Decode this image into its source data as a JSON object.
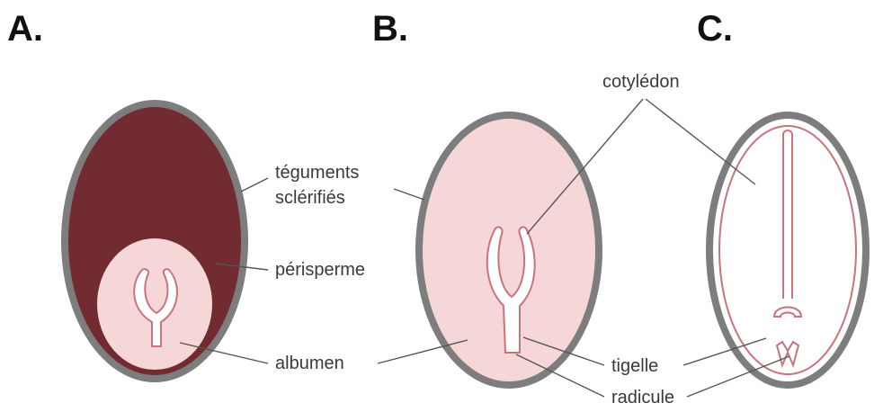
{
  "panels": {
    "a": "A.",
    "b": "B.",
    "c": "C."
  },
  "labels": {
    "cotyledon": "cotylédon",
    "teguments_line1": "téguments",
    "teguments_line2": "sclérifiés",
    "perisperme": "périsperme",
    "albumen": "albumen",
    "tigelle": "tigelle",
    "radicule": "radicule"
  },
  "colors": {
    "seed_coat": "#7d7d7d",
    "perisperm": "#722b31",
    "albumen": "#f5d7d8",
    "embryo_outline": "#c9737b",
    "embryo_fill": "#ffffff"
  }
}
